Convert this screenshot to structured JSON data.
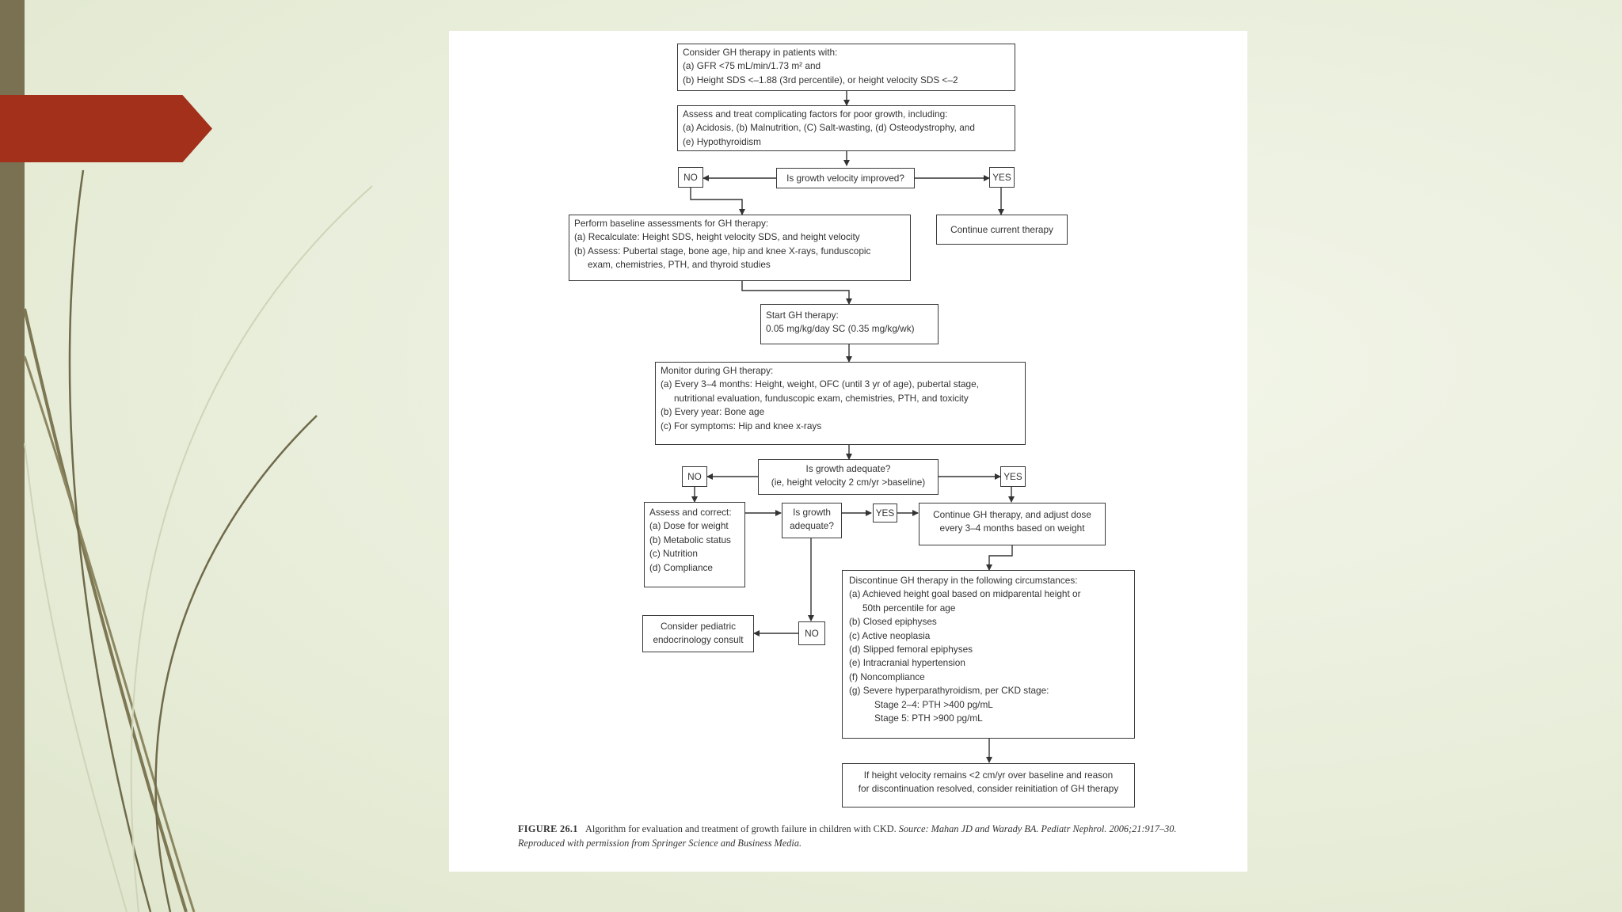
{
  "flowchart": {
    "consider": [
      "Consider GH therapy in patients with:",
      "(a) GFR <75 mL/min/1.73 m² and",
      "(b) Height SDS <–1.88 (3rd percentile), or height velocity SDS <–2"
    ],
    "assess_treat": [
      "Assess and treat complicating factors for poor growth, including:",
      "(a) Acidosis, (b) Malnutrition, (C) Salt-wasting, (d) Osteodystrophy, and",
      "(e) Hypothyroidism"
    ],
    "question_1": "Is growth velocity improved?",
    "no_1": "NO",
    "yes_1": "YES",
    "continue_current": "Continue current therapy",
    "baseline": [
      "Perform baseline assessments for GH therapy:",
      "(a) Recalculate: Height SDS, height velocity SDS, and height velocity",
      "(b) Assess: Pubertal stage, bone age, hip and knee X-rays, funduscopic",
      "exam, chemistries, PTH, and thyroid studies"
    ],
    "start_gh": [
      "Start GH therapy:",
      "0.05 mg/kg/day SC (0.35 mg/kg/wk)"
    ],
    "monitor": [
      "Monitor during GH therapy:",
      "(a) Every 3–4 months: Height, weight, OFC (until 3 yr of age), pubertal stage,",
      "nutritional evaluation, funduscopic exam, chemistries, PTH, and toxicity",
      "(b) Every year: Bone age",
      "(c) For symptoms: Hip and knee x-rays"
    ],
    "question_2": [
      "Is growth adequate?",
      "(ie, height velocity 2 cm/yr >baseline)"
    ],
    "no_2": "NO",
    "yes_2": "YES",
    "assess_correct": [
      "Assess and correct:",
      "(a) Dose for weight",
      "(b) Metabolic status",
      "(c) Nutrition",
      "(d) Compliance"
    ],
    "question_3": [
      "Is growth",
      "adequate?"
    ],
    "yes_3": "YES",
    "continue_gh": [
      "Continue GH therapy, and adjust dose",
      "every 3–4 months based on weight"
    ],
    "discontinue": [
      "Discontinue GH therapy in the following circumstances:",
      "(a) Achieved height goal based on midparental height or",
      "50th percentile for age",
      "(b) Closed epiphyses",
      "(c) Active neoplasia",
      "(d) Slipped femoral epiphyses",
      "(e) Intracranial hypertension",
      "(f) Noncompliance",
      "(g) Severe hyperparathyroidism, per CKD stage:",
      "Stage 2–4: PTH >400 pg/mL",
      "Stage 5: PTH >900 pg/mL"
    ],
    "no_3": "NO",
    "endo_consult": [
      "Consider pediatric",
      "endocrinology consult"
    ],
    "reinitiate": [
      "If height velocity remains <2 cm/yr over baseline and reason",
      "for discontinuation resolved, consider reinitiation of GH therapy"
    ]
  },
  "caption": {
    "label": "FIGURE 26.1",
    "title": "Algorithm for evaluation and treatment of growth failure in children with CKD.",
    "source": "Source: Mahan JD and Warady BA. Pediatr Nephrol. 2006;21:917–30. Reproduced with permission from Springer Science and Business Media."
  },
  "colors": {
    "accent_arrow": "#a2301a",
    "side_bar": "#7a7152",
    "background": "#e9eedb"
  }
}
